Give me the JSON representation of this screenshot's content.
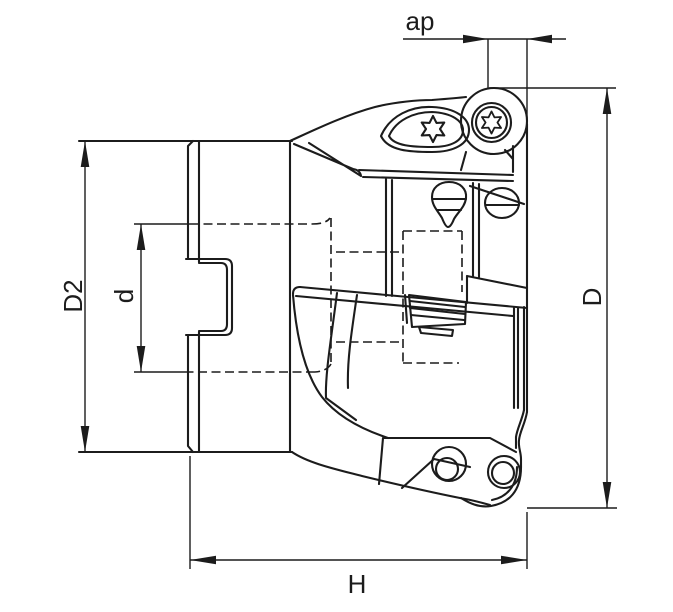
{
  "drawing": {
    "background": "#ffffff",
    "line_color": "#1c1c1c",
    "subject": "milling-cutter-side-view-technical-drawing"
  },
  "dimensions": {
    "ap": {
      "label": "ap",
      "orientation": "horizontal"
    },
    "D": {
      "label": "D",
      "orientation": "vertical"
    },
    "D2": {
      "label": "D2",
      "orientation": "vertical"
    },
    "d": {
      "label": "d",
      "orientation": "vertical"
    },
    "H": {
      "label": "H",
      "orientation": "horizontal"
    }
  },
  "icons": {
    "insert_screw": "torx-6-point-star",
    "clamp_screw": "torx-6-point-star"
  }
}
